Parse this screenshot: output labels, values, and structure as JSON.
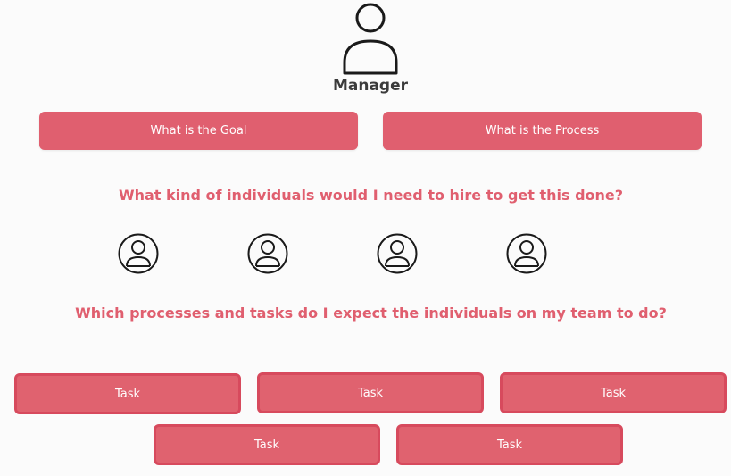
{
  "manager": {
    "icon": "person-outline-icon",
    "label": "Manager"
  },
  "top_buttons": [
    {
      "label": "What is the Goal"
    },
    {
      "label": "What is the Process"
    }
  ],
  "questions": {
    "hire": "What kind of individuals would I need to hire to get this done?",
    "tasks": "Which processes and tasks do I expect the individuals on my team to do?"
  },
  "individuals": [
    {
      "icon": "person-circle-icon"
    },
    {
      "icon": "person-circle-icon"
    },
    {
      "icon": "person-circle-icon"
    },
    {
      "icon": "person-circle-icon"
    }
  ],
  "tasks": [
    {
      "label": "Task"
    },
    {
      "label": "Task"
    },
    {
      "label": "Task"
    },
    {
      "label": "Task"
    },
    {
      "label": "Task"
    }
  ],
  "colors": {
    "accent": "#e05f6f",
    "accent_border": "#d74a5d",
    "manager_text": "#3b3b3b",
    "icon_stroke": "#1a1a1a"
  }
}
